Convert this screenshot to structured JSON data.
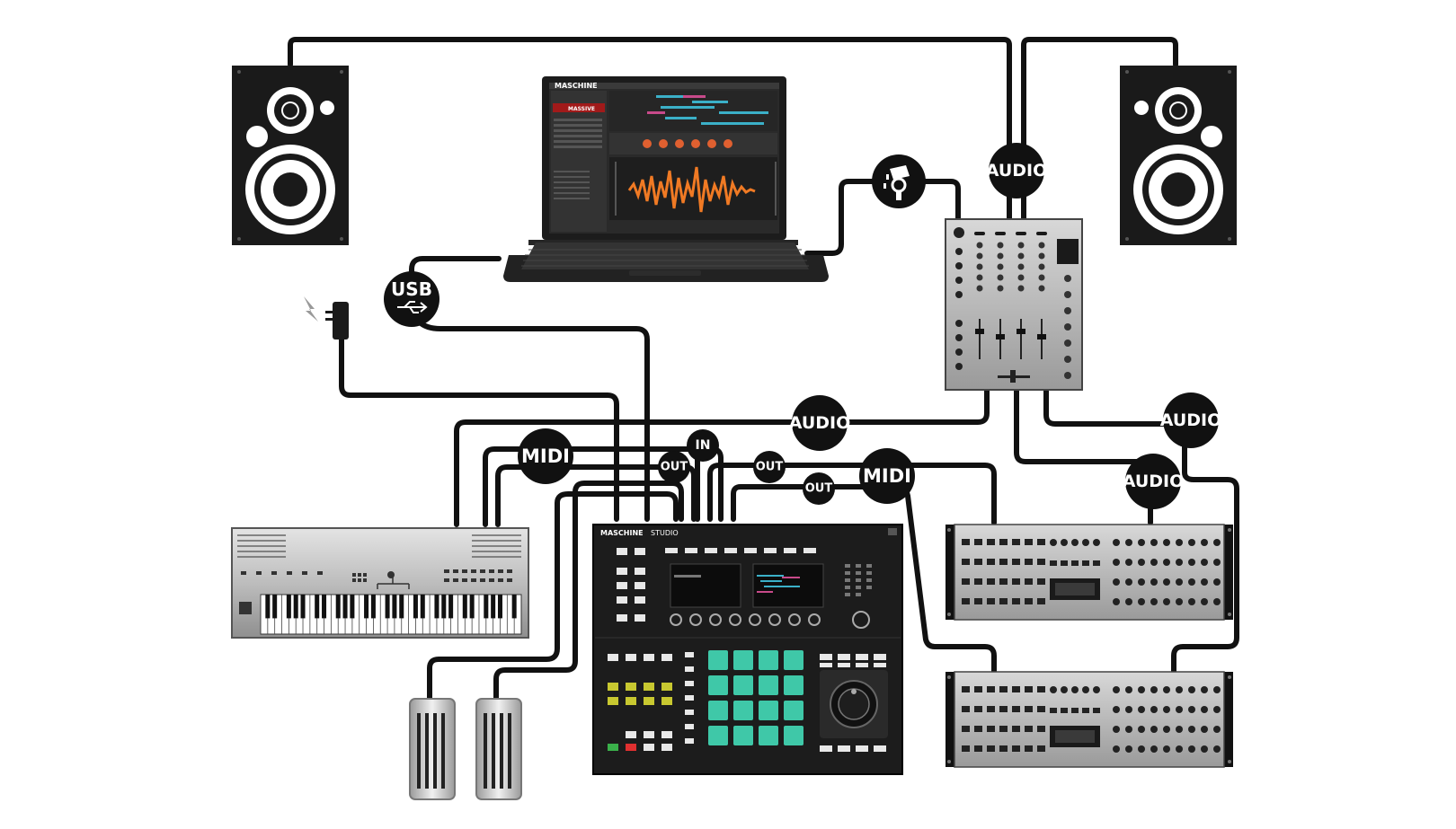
{
  "diagram": {
    "badges": {
      "audio_top": "AUDIO",
      "audio_mid": "AUDIO",
      "audio_right_top": "AUDIO",
      "audio_right_mid": "AUDIO",
      "usb": "USB",
      "midi_left": "MIDI",
      "midi_right": "MIDI",
      "in": "IN",
      "out_left": "OUT",
      "out_mid": "OUT",
      "out_low": "OUT"
    },
    "laptop": {
      "app_title": "MASCHINE",
      "plugin_name": "MASSIVE"
    },
    "controller": {
      "brand": "MASCHINE",
      "model": "STUDIO"
    },
    "devices": [
      "speaker-left-icon",
      "speaker-right-icon",
      "laptop-icon",
      "firewire-icon",
      "mixer-icon",
      "power-adapter-icon",
      "keyboard-icon",
      "expression-pedal-icon",
      "maschine-studio-icon",
      "rack-synth-icon"
    ],
    "colors": {
      "cable": "#111111",
      "badge": "#111111",
      "pad": "#3fc8a8",
      "waveform": "#f07a24"
    }
  }
}
